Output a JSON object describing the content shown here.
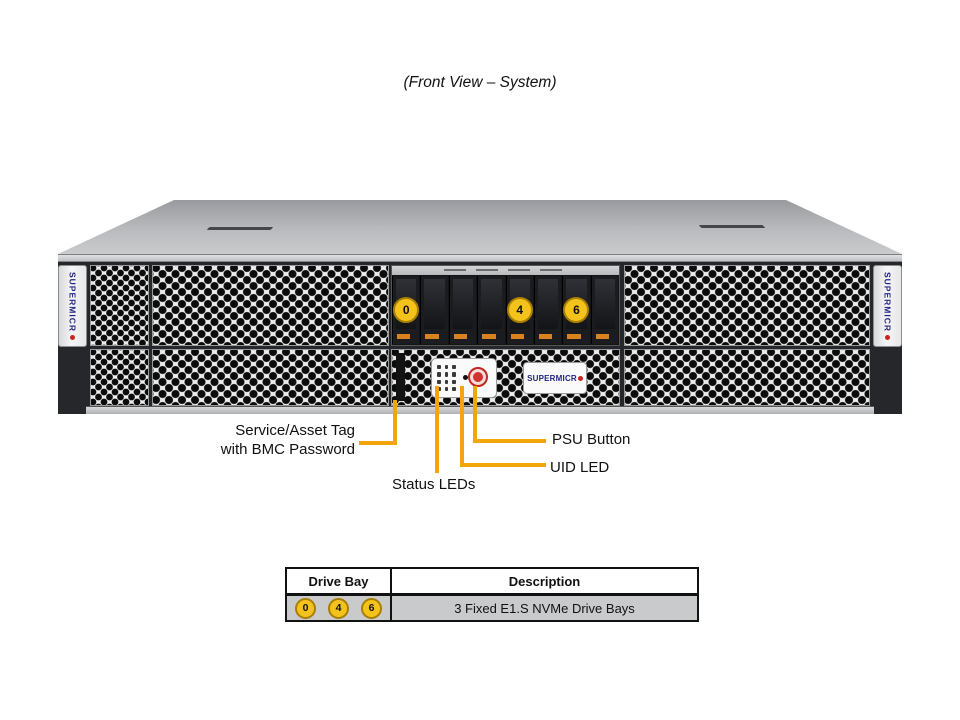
{
  "title": "(Front View – System)",
  "chassis": {
    "brand_text": "SUPERMICR",
    "brand_dot": "O",
    "drive_slot_count": 8,
    "bay_badges": [
      {
        "slot": 0,
        "label": "0"
      },
      {
        "slot": 4,
        "label": "4"
      },
      {
        "slot": 6,
        "label": "6"
      }
    ]
  },
  "callouts": {
    "service_tag_line1": "Service/Asset Tag",
    "service_tag_line2": "with BMC Password",
    "psu_button": "PSU Button",
    "uid_led": "UID LED",
    "status_leds": "Status LEDs"
  },
  "table": {
    "headers": [
      "Drive Bay",
      "Description"
    ],
    "row_badges": [
      "0",
      "4",
      "6"
    ],
    "row_description": "3 Fixed E1.S NVMe Drive Bays"
  },
  "colors": {
    "callout_line": "#F2A50C",
    "badge_fill": "#F3C21B",
    "badge_border": "#A97F00",
    "logo_text": "#232384",
    "logo_dot": "#CC2222"
  }
}
